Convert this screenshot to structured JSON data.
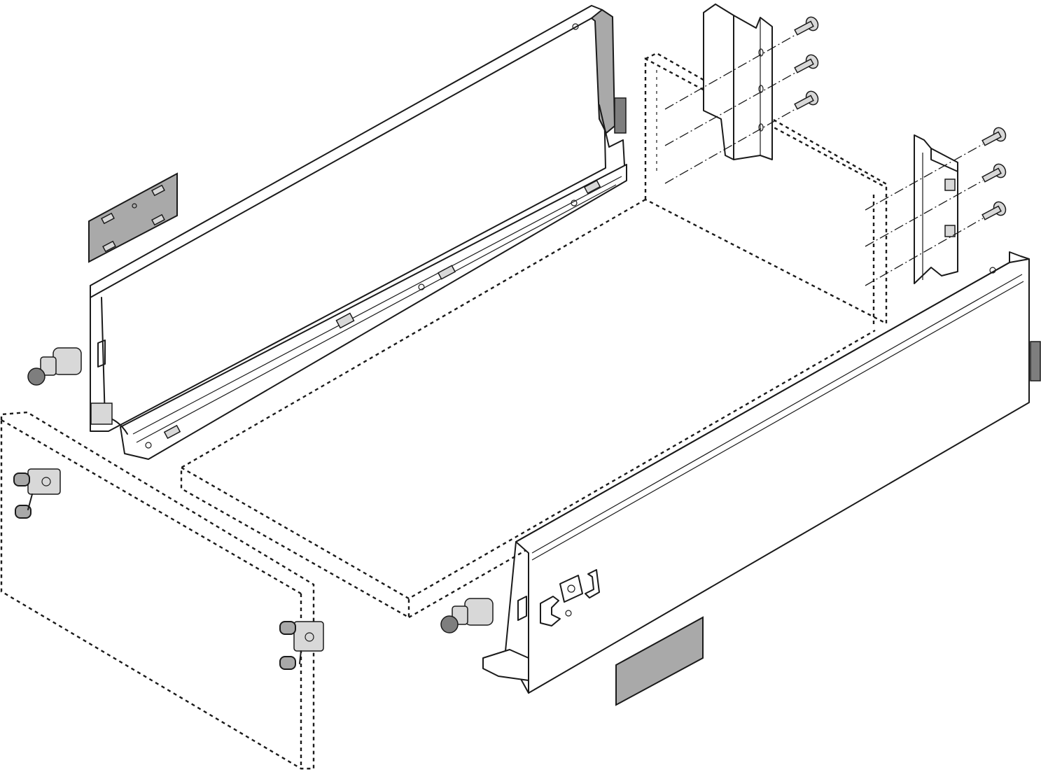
{
  "diagram": {
    "type": "exploded-assembly-drawing",
    "subject": "drawer-box-assembly",
    "parts": [
      {
        "id": "left-drawer-side",
        "drawn": "solid"
      },
      {
        "id": "right-drawer-side",
        "drawn": "solid"
      },
      {
        "id": "drawer-back-panel",
        "drawn": "dashed"
      },
      {
        "id": "drawer-bottom-panel",
        "drawn": "dashed"
      },
      {
        "id": "drawer-front-panel",
        "drawn": "dashed"
      },
      {
        "id": "left-back-bracket",
        "drawn": "solid"
      },
      {
        "id": "right-back-bracket",
        "drawn": "solid"
      },
      {
        "id": "screw",
        "count": 6
      },
      {
        "id": "cover-cap-left",
        "drawn": "grey"
      },
      {
        "id": "cover-cap-right",
        "drawn": "grey"
      },
      {
        "id": "front-fixing-bracket",
        "count": 2
      },
      {
        "id": "adjustment-dowel",
        "count": 2
      }
    ],
    "colors": {
      "line": "#1a1a1a",
      "cap_fill": "#a9a9a9",
      "background": "#ffffff"
    }
  }
}
